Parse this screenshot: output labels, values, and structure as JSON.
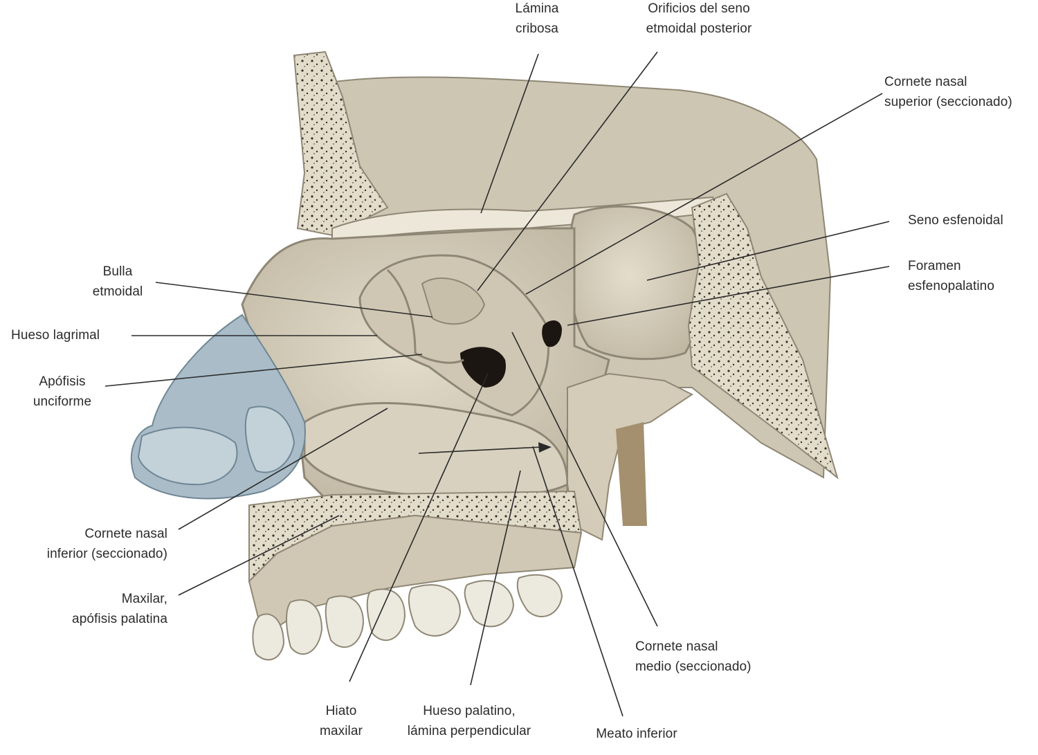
{
  "labels": {
    "lamina_cribosa": [
      "Lámina",
      "cribosa"
    ],
    "orificios_seno": [
      "Orificios del seno",
      "etmoidal posterior"
    ],
    "cornete_superior": [
      "Cornete nasal",
      "superior (seccionado)"
    ],
    "seno_esfenoidal": [
      "Seno esfenoidal"
    ],
    "foramen": [
      "Foramen",
      "esfenopalatino"
    ],
    "bulla": [
      "Bulla",
      "etmoidal"
    ],
    "hueso_lagrimal": [
      "Hueso lagrimal"
    ],
    "apofisis_unciforme": [
      "Apófisis",
      "unciforme"
    ],
    "cornete_inferior": [
      "Cornete nasal",
      "inferior (seccionado)"
    ],
    "maxilar": [
      "Maxilar,",
      "apófisis palatina"
    ],
    "hiato": [
      "Hiato",
      "maxilar"
    ],
    "hueso_palatino": [
      "Hueso palatino,",
      "lámina perpendicular"
    ],
    "meato_inferior": [
      "Meato inferior"
    ],
    "cornete_medio": [
      "Cornete nasal",
      "medio (seccionado)"
    ]
  },
  "colors": {
    "bone": "#d8d1bf",
    "bone_light": "#e6e0cf",
    "bone_shadow": "#a79f8a",
    "cortical": "#ece7d9",
    "spongy": "#c4bca8",
    "cartilage": "#a9bcc8",
    "cartilage_light": "#c3d1d9",
    "cavity": "#1c1612",
    "teeth": "#ece9df",
    "leader_line": "#2a2a2a"
  }
}
